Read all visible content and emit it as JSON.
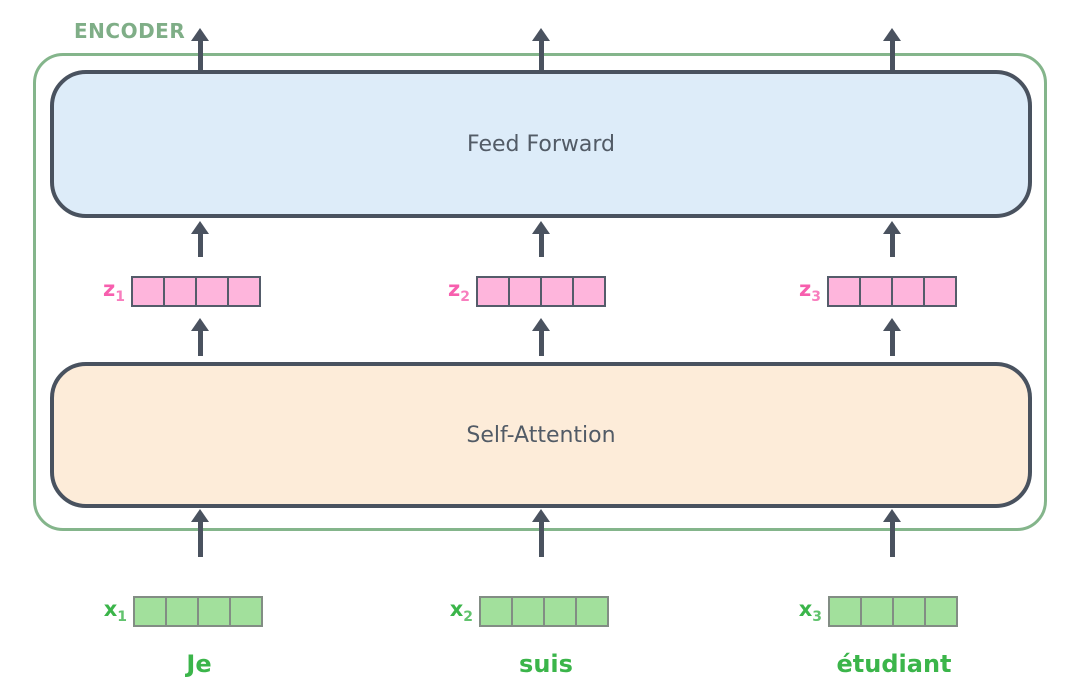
{
  "encoder": {
    "title": "ENCODER",
    "feed_forward": "Feed Forward",
    "self_attention": "Self-Attention"
  },
  "vectors": {
    "z": [
      {
        "base": "z",
        "sub": "1",
        "cells": 4
      },
      {
        "base": "z",
        "sub": "2",
        "cells": 4
      },
      {
        "base": "z",
        "sub": "3",
        "cells": 4
      }
    ],
    "x": [
      {
        "base": "x",
        "sub": "1",
        "cells": 4
      },
      {
        "base": "x",
        "sub": "2",
        "cells": 4
      },
      {
        "base": "x",
        "sub": "3",
        "cells": 4
      }
    ]
  },
  "words": [
    "Je",
    "suis",
    "étudiant"
  ],
  "icons": {
    "arrow": "arrow-up-icon"
  },
  "colors": {
    "encoder_label_green": "#7fae87",
    "outline_green": "#84b58b",
    "box_border": "#49525f",
    "feed_forward_fill": "#ddecf9",
    "self_attention_fill": "#fdecd9",
    "box_text": "#525b66",
    "z_cell_fill": "#feb5dc",
    "z_cell_border": "#545c6a",
    "z_label_pink": "#f75fae",
    "x_cell_fill": "#a2e09c",
    "x_cell_border": "#828d84",
    "word_green": "#3bb54a",
    "arrow_dark": "#4a525f"
  }
}
